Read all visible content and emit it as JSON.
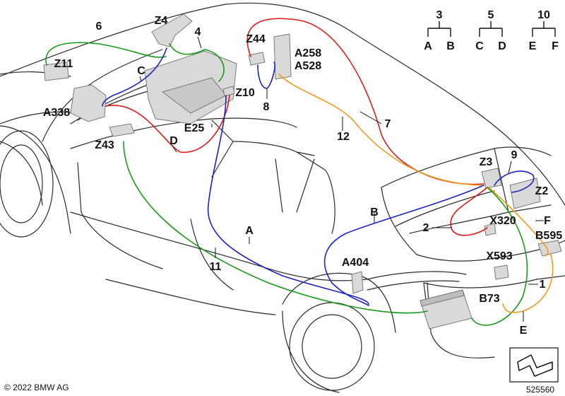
{
  "labels": {
    "z11": "Z11",
    "six": "6",
    "z4": "Z4",
    "four": "4",
    "c_upper": "C",
    "a338": "A338",
    "z43": "Z43",
    "d": "D",
    "e25": "E25",
    "z10": "Z10",
    "z44": "Z44",
    "a258": "A258",
    "a528": "A528",
    "eight": "8",
    "seven": "7",
    "twelve": "12",
    "z3": "Z3",
    "nine": "9",
    "z2": "Z2",
    "x320": "X320",
    "f": "F",
    "two": "2",
    "b595": "B595",
    "b": "B",
    "a": "A",
    "a404": "A404",
    "x593": "X593",
    "one": "1",
    "b73": "B73",
    "e": "E",
    "eleven": "11"
  },
  "legend": [
    {
      "top": "3",
      "left": "A",
      "right": "B"
    },
    {
      "top": "5",
      "left": "C",
      "right": "D"
    },
    {
      "top": "10",
      "left": "E",
      "right": "F"
    }
  ],
  "colors": {
    "green": "#1a9a1a",
    "blue": "#1c22c8",
    "red": "#e01818",
    "orange": "#f39a1e",
    "outline": "#2a2a2a",
    "component": "#8a8a8a"
  },
  "footer": {
    "copyright": "© 2022 BMW AG",
    "ref_number": "525560"
  }
}
